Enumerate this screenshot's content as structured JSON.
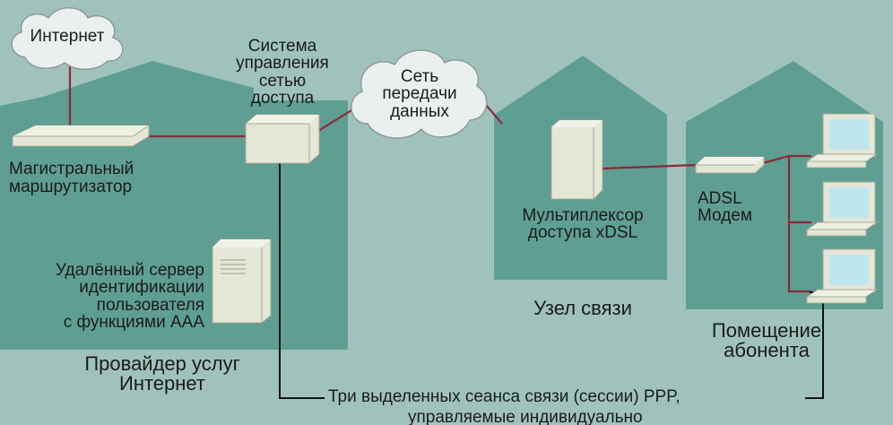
{
  "labels": {
    "internet_cloud": "Интернет",
    "access_mgmt": "Система\nуправления\nсетью\nдоступа",
    "data_network_cloud": "Сеть\nпередачи\nданных",
    "backbone_router": "Магистральный\nмаршрутизатор",
    "aaa_server": "Удалённый сервер\nидентификации\nпользователя\nс функциями ААА",
    "isp": "Провайдер услуг\nИнтернет",
    "dslam": "Мультиплексор\nдоступа xDSL",
    "exchange_node": "Узел связи",
    "adsl_modem": "ADSL\nМодем",
    "subscriber_premises": "Помещение\nабонента",
    "ppp_sessions": "Три выделенных сеанса связи (сессии) PPP,",
    "ppp_sessions_2": "управляемые индивидуально"
  },
  "colors": {
    "background": "#9fc3bb",
    "building": "#5f9e93",
    "cloud_fill": "#e9f0ef",
    "device": "#e4e6d6",
    "screen": "#bfe6ee",
    "link_line": "#8b2a38"
  }
}
